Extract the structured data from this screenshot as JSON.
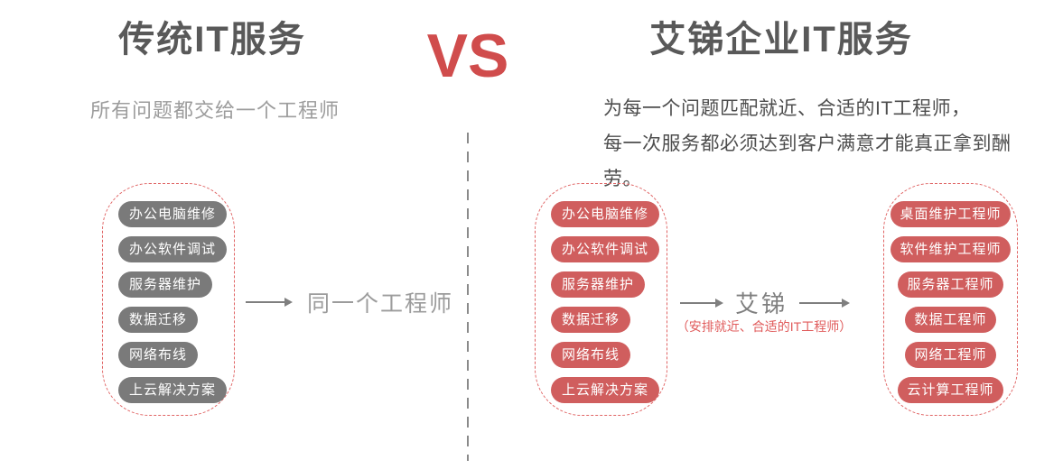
{
  "left": {
    "title": "传统IT服务",
    "subtitle": "所有问题都交给一个工程师",
    "services": [
      "办公电脑维修",
      "办公软件调试",
      "服务器维护",
      "数据迁移",
      "网络布线",
      "上云解决方案"
    ],
    "result_label": "同一个工程师"
  },
  "vs_label": "VS",
  "right": {
    "title": "艾锑企业IT服务",
    "subtitle_line1": "为每一个问题匹配就近、合适的IT工程师，",
    "subtitle_line2": "每一次服务都必须达到客户满意才能真正拿到酬劳。",
    "services": [
      "办公电脑维修",
      "办公软件调试",
      "服务器维护",
      "数据迁移",
      "网络布线",
      "上云解决方案"
    ],
    "broker_label": "艾锑",
    "broker_note": "（安排就近、合适的IT工程师）",
    "engineers": [
      "桌面维护工程师",
      "软件维护工程师",
      "服务器工程师",
      "数据工程师",
      "网络工程师",
      "云计算工程师"
    ]
  },
  "colors": {
    "gray_pill": "#7a7a7a",
    "red_pill": "#d05e5e",
    "dashed_border_red": "#e06464",
    "vs_red": "#d04c4c",
    "title_gray": "#595959",
    "light_gray_text": "#9c9c9c",
    "dark_gray_text": "#4d4d4d",
    "arrow_gray": "#7f7f7f",
    "note_red": "#e05b5b",
    "divider_gray": "#8a8a8a"
  }
}
